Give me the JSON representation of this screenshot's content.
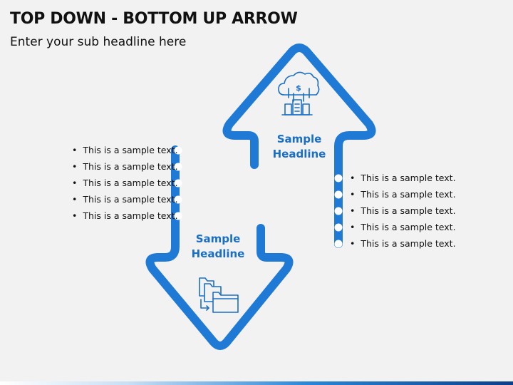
{
  "header": {
    "title": "TOP DOWN - BOTTOM UP ARROW",
    "subtitle": "Enter your sub headline here"
  },
  "colors": {
    "arrow": "#1f7ad6",
    "headline": "#1a6fc4",
    "icon": "#1a6fc4"
  },
  "up_arrow": {
    "headline_line1": "Sample",
    "headline_line2": "Headline",
    "icon": "cloud-money-buildings-icon",
    "bullets": [
      "This is a sample text.",
      "This is a sample text.",
      "This is a sample text.",
      "This is a sample text.",
      "This is a sample text."
    ]
  },
  "down_arrow": {
    "headline_line1": "Sample",
    "headline_line2": "Headline",
    "icon": "folders-transfer-icon",
    "bullets": [
      "This is a sample text.",
      "This is a sample text.",
      "This is a sample text.",
      "This is a sample text.",
      "This is a sample text."
    ]
  }
}
